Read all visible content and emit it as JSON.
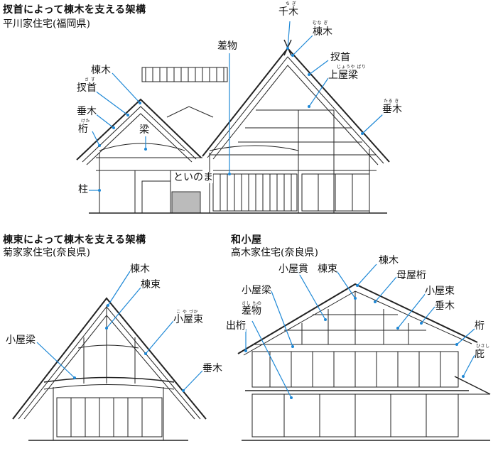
{
  "colors": {
    "line": "#222222",
    "leader": "#1e88d6",
    "accent": "#3a3a3a"
  },
  "sections": {
    "top": {
      "heading": "扠首によって棟木を支える架構",
      "subtitle": "平川家住宅(福岡県)"
    },
    "bottom_left": {
      "heading": "棟束によって棟木を支える架構",
      "subtitle": "菊家家住宅(奈良県)"
    },
    "bottom_right": {
      "heading": "和小屋",
      "subtitle": "高木家住宅(奈良県)"
    }
  },
  "labels": {
    "chigi": "千木",
    "munagi_top": "棟木",
    "sashimono_top": "差物",
    "sasu_right": "扠首",
    "jouya_bari": "上屋梁",
    "taruki_right": "垂木",
    "munagi_left": "棟木",
    "sasu_left": "扠首",
    "taruki_left": "垂木",
    "keta_left": "桁",
    "hari": "梁",
    "toinoma": "といのま",
    "hashira": "柱",
    "bl_munagi": "棟木",
    "bl_munazuka": "棟束",
    "bl_koyazuka": "小屋束",
    "bl_koyabari": "小屋梁",
    "bl_taruki": "垂木",
    "br_koyanuki": "小屋貫",
    "br_munazuka": "棟束",
    "br_munagi": "棟木",
    "br_moyageta": "母屋桁",
    "br_koyabari": "小屋梁",
    "br_koyazuka": "小屋束",
    "br_sashimono": "差物",
    "br_taruki": "垂木",
    "br_degeta": "出桁",
    "br_keta": "桁",
    "br_hisashi": "庇"
  },
  "ruby": {
    "chigi": "ち ぎ",
    "munagi": "むな ぎ",
    "jouya_bari": "じょうや ばり",
    "taruki": "たる き",
    "sasu": "さ す",
    "keta": "けた",
    "koyazuka": "こ や づか",
    "sashimono": "さし もの",
    "hisashi": "ひさし"
  }
}
